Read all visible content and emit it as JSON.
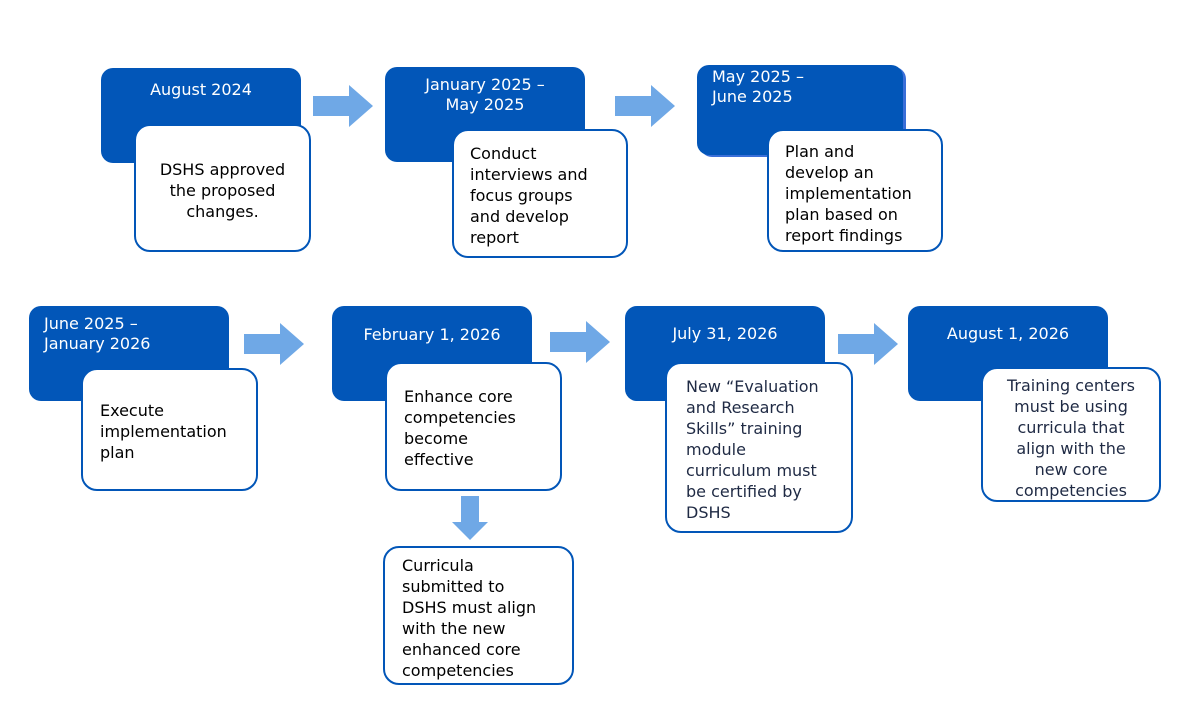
{
  "steps": [
    {
      "date": "August 2024",
      "description": "DSHS approved\nthe proposed\nchanges."
    },
    {
      "date": "January 2025 –\nMay 2025",
      "description": "Conduct\ninterviews and\nfocus groups\nand develop\nreport"
    },
    {
      "date": "May 2025 –\nJune 2025",
      "description": "Plan and\ndevelop an\nimplementation\nplan based on\nreport findings"
    },
    {
      "date": "June 2025 –\nJanuary 2026",
      "description": "Execute\nimplementation\nplan"
    },
    {
      "date": "February 1, 2026",
      "description": "Enhance core\ncompetencies\nbecome\neffective",
      "followup": "Curricula\nsubmitted to\nDSHS must align\nwith the new\nenhanced core\ncompetencies"
    },
    {
      "date": "July 31, 2026",
      "description": "New “Evaluation\nand Research\nSkills” training\nmodule\ncurriculum must\nbe certified by\nDSHS"
    },
    {
      "date": "August 1, 2026",
      "description": "Training centers\nmust be using\ncurricula that\nalign with the\nnew core\ncompetencies"
    }
  ],
  "colors": {
    "header_fill": "#0256b8",
    "card_border": "#0256b8",
    "arrow_fill": "#6fa8e6"
  }
}
